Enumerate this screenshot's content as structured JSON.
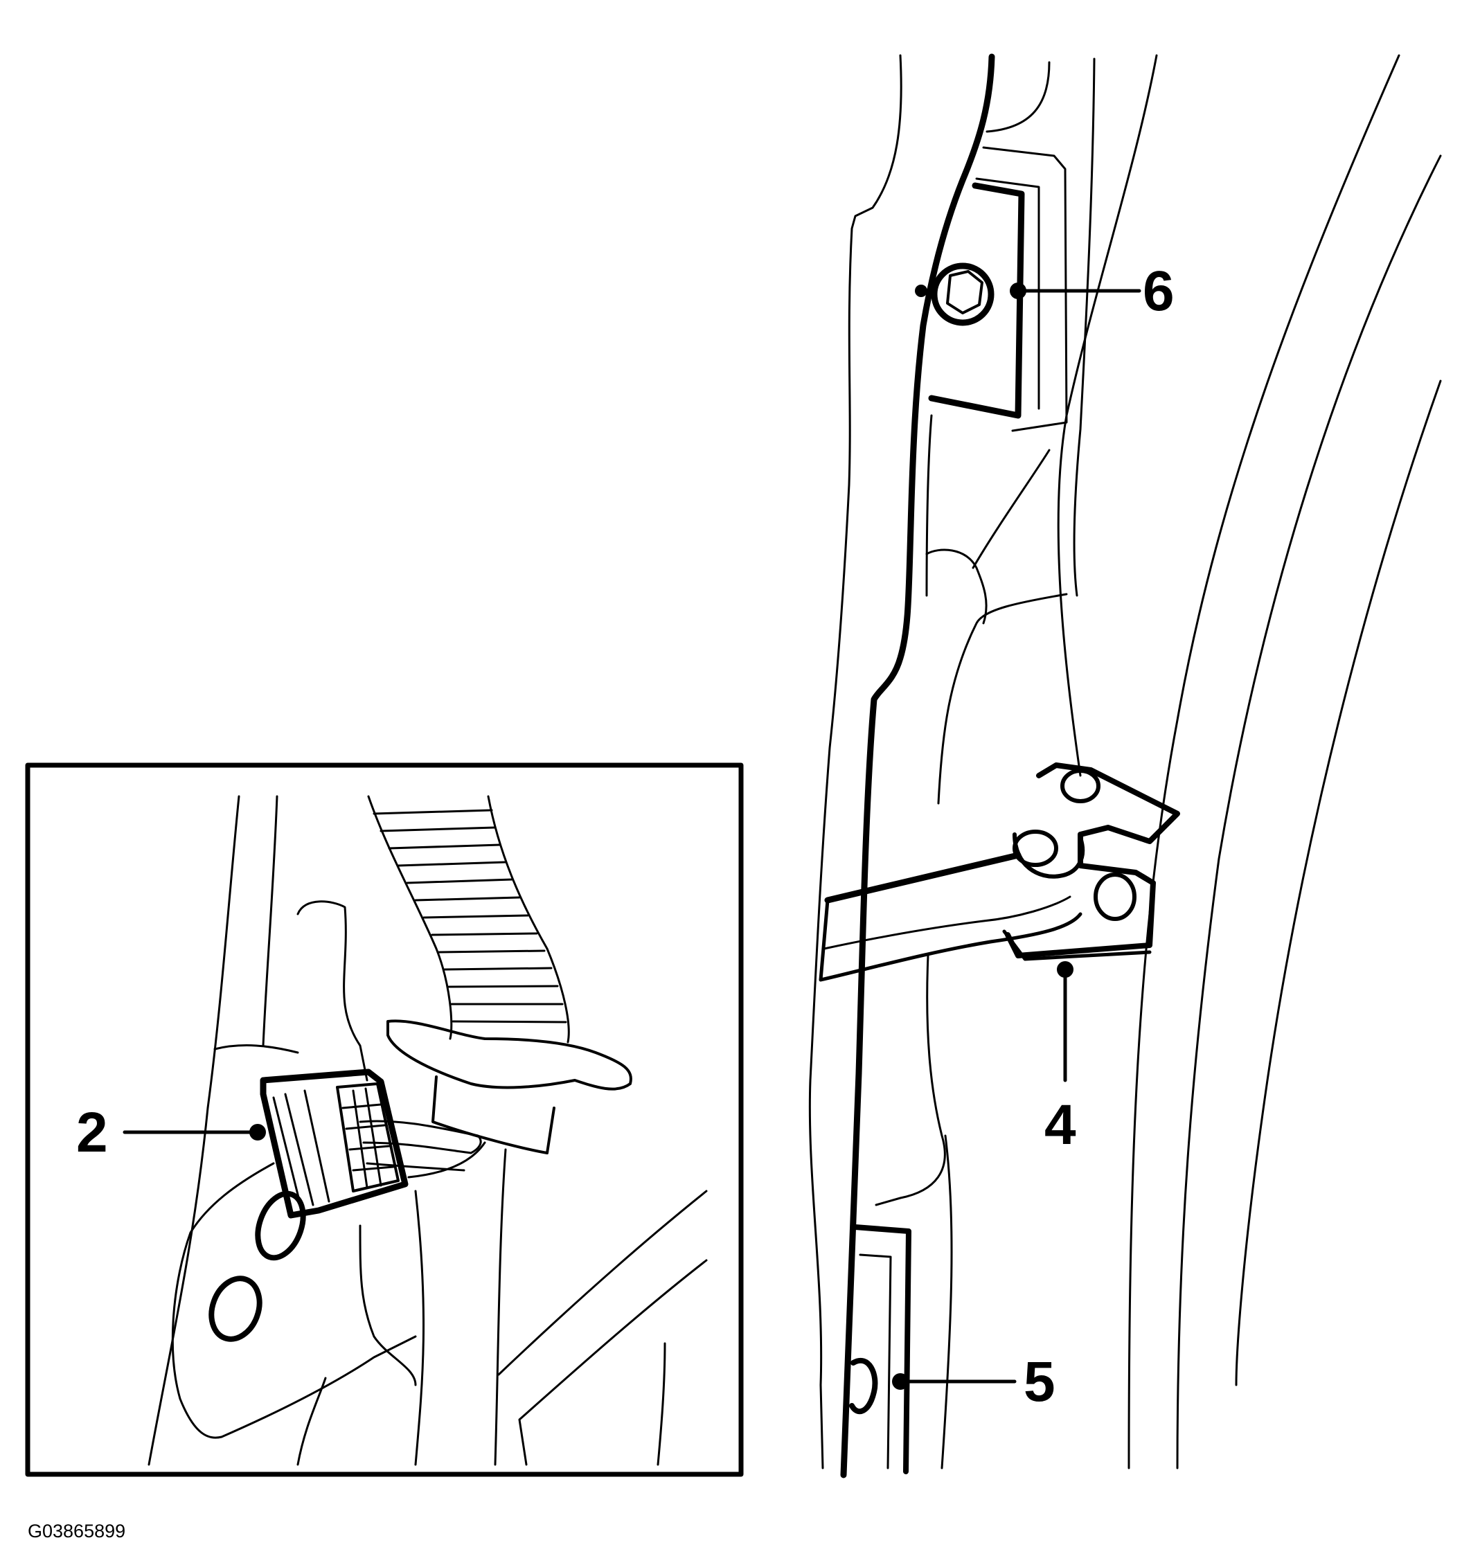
{
  "diagram": {
    "figure_id": "G03865899",
    "callouts": [
      {
        "label": "2",
        "part": "connector"
      },
      {
        "label": "4",
        "part": "door-check-strap"
      },
      {
        "label": "5",
        "part": "lower-hinge-bolt"
      },
      {
        "label": "6",
        "part": "upper-hinge-bolt"
      }
    ]
  },
  "colors": {
    "line": "#000000",
    "background": "#ffffff"
  }
}
